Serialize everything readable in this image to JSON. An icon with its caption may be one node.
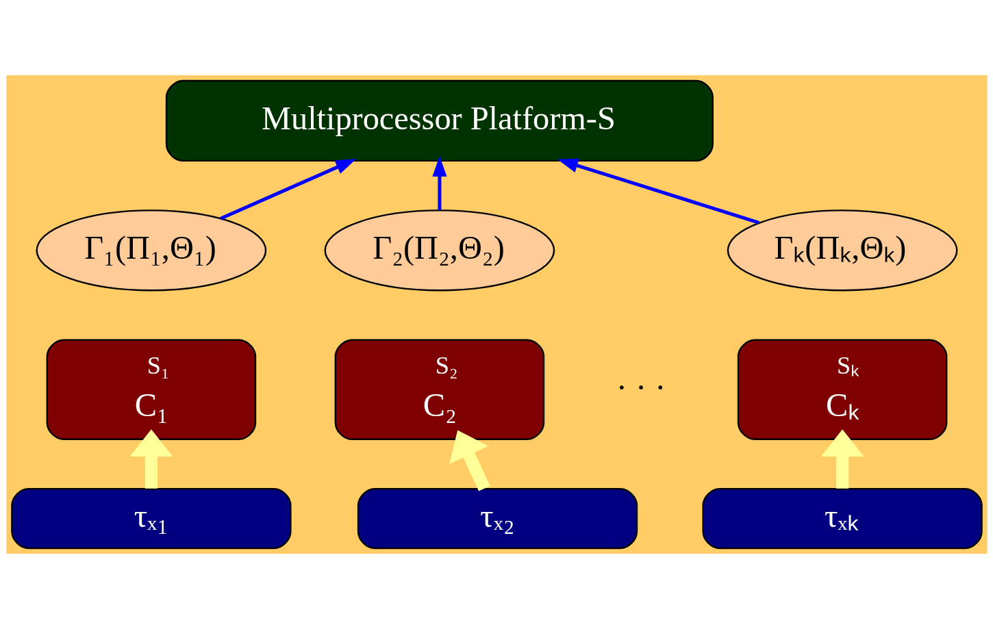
{
  "diagram": {
    "nodes": [
      {
        "text": [
          "Multiprocessor Platform-S"
        ]
      },
      {
        "text": [
          "Γ₁(Π₁,Θ₁)"
        ]
      },
      {
        "text": [
          "Γ₂(Π₂,Θ₂)"
        ]
      },
      {
        "text": [
          "Γₖ(Πₖ,Θₖ)"
        ]
      },
      {
        "text": [
          "S₁",
          "C₁"
        ]
      },
      {
        "text": [
          "S₂",
          "C₂"
        ]
      },
      {
        "text": [
          "Sₖ",
          "Cₖ"
        ]
      },
      {
        "text": [
          "τₓ₁"
        ]
      },
      {
        "text": [
          "τₓ₂"
        ]
      },
      {
        "text": [
          "τₓₖ"
        ]
      }
    ],
    "edges": [
      {
        "from": 1,
        "to": 0,
        "arrow": "to",
        "color": "#0000ff"
      },
      {
        "from": 2,
        "to": 0,
        "arrow": "to",
        "color": "#0000ff"
      },
      {
        "from": 3,
        "to": 0,
        "arrow": "to",
        "color": "#0000ff"
      },
      {
        "from": 7,
        "to": 4,
        "arrow": "to",
        "style": "thick",
        "color": "#ffff99"
      },
      {
        "from": 8,
        "to": 5,
        "arrow": "to",
        "style": "thick",
        "color": "#ffff99"
      },
      {
        "from": 9,
        "to": 6,
        "arrow": "to",
        "style": "thick",
        "color": "#ffff99"
      }
    ],
    "labels": [
      "· · ·"
    ]
  }
}
